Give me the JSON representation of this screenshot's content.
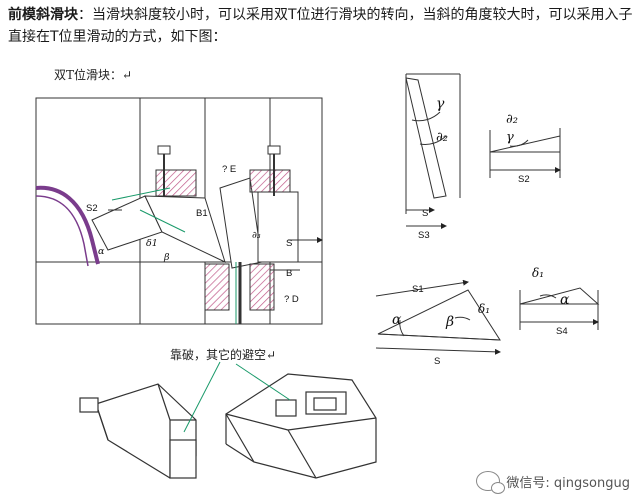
{
  "intro": {
    "title": "前模斜滑块",
    "body": "：当滑块斜度较小时，可以采用双T位进行滑块的转向，当斜的角度较大时，可以采用入子直接在T位里滑动的方式，如下图："
  },
  "figure_label": "双T位滑块：↵",
  "callout_label": "靠破，其它的避空↵",
  "drawing_labels": {
    "s2": "S2",
    "b1": "B1",
    "e": "? E",
    "d": "? D",
    "s": "S",
    "b": "B",
    "delta1": "δ1",
    "delta3": "∂₃",
    "beta": "β",
    "alpha": "α",
    "s3": "S3",
    "s1": "S1",
    "s4": "S4",
    "gamma": "γ",
    "delta2": "∂₂",
    "delta2b": "∂₂",
    "gammab": "γ",
    "s2b": "S2",
    "alpha2": "α",
    "beta2": "β",
    "delta1b": "δ₁",
    "s_bottom": "S",
    "delta1c": "δ₁",
    "alpha3": "α"
  },
  "watermark": "微信号: qingsongug"
}
